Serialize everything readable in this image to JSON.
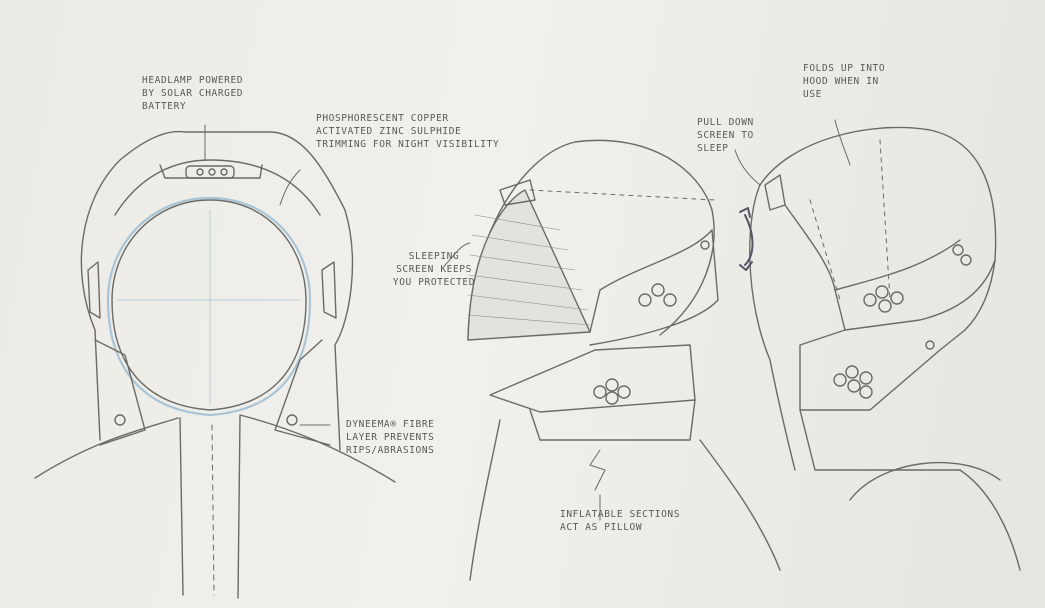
{
  "annotations": {
    "headlamp": "Headlamp powered\nby solar charged\nbattery",
    "phosphorescent": "Phosphorescent copper\nactivated zinc sulphide\ntrimming for night visibility",
    "sleeping_screen": "Sleeping\nscreen keeps\nyou protected",
    "pull_down": "Pull down\nscreen to\nsleep",
    "folds_up": "Folds up into\nhood when in\nuse",
    "layer": "Dyneema® fibre\nlayer prevents\nrips/abrasions",
    "inflatable": "Inflatable sections\nact as pillow"
  },
  "colors": {
    "paper": "#ecebe6",
    "pencil": "#6b6a66",
    "light_blue": "#a9c4d6"
  }
}
